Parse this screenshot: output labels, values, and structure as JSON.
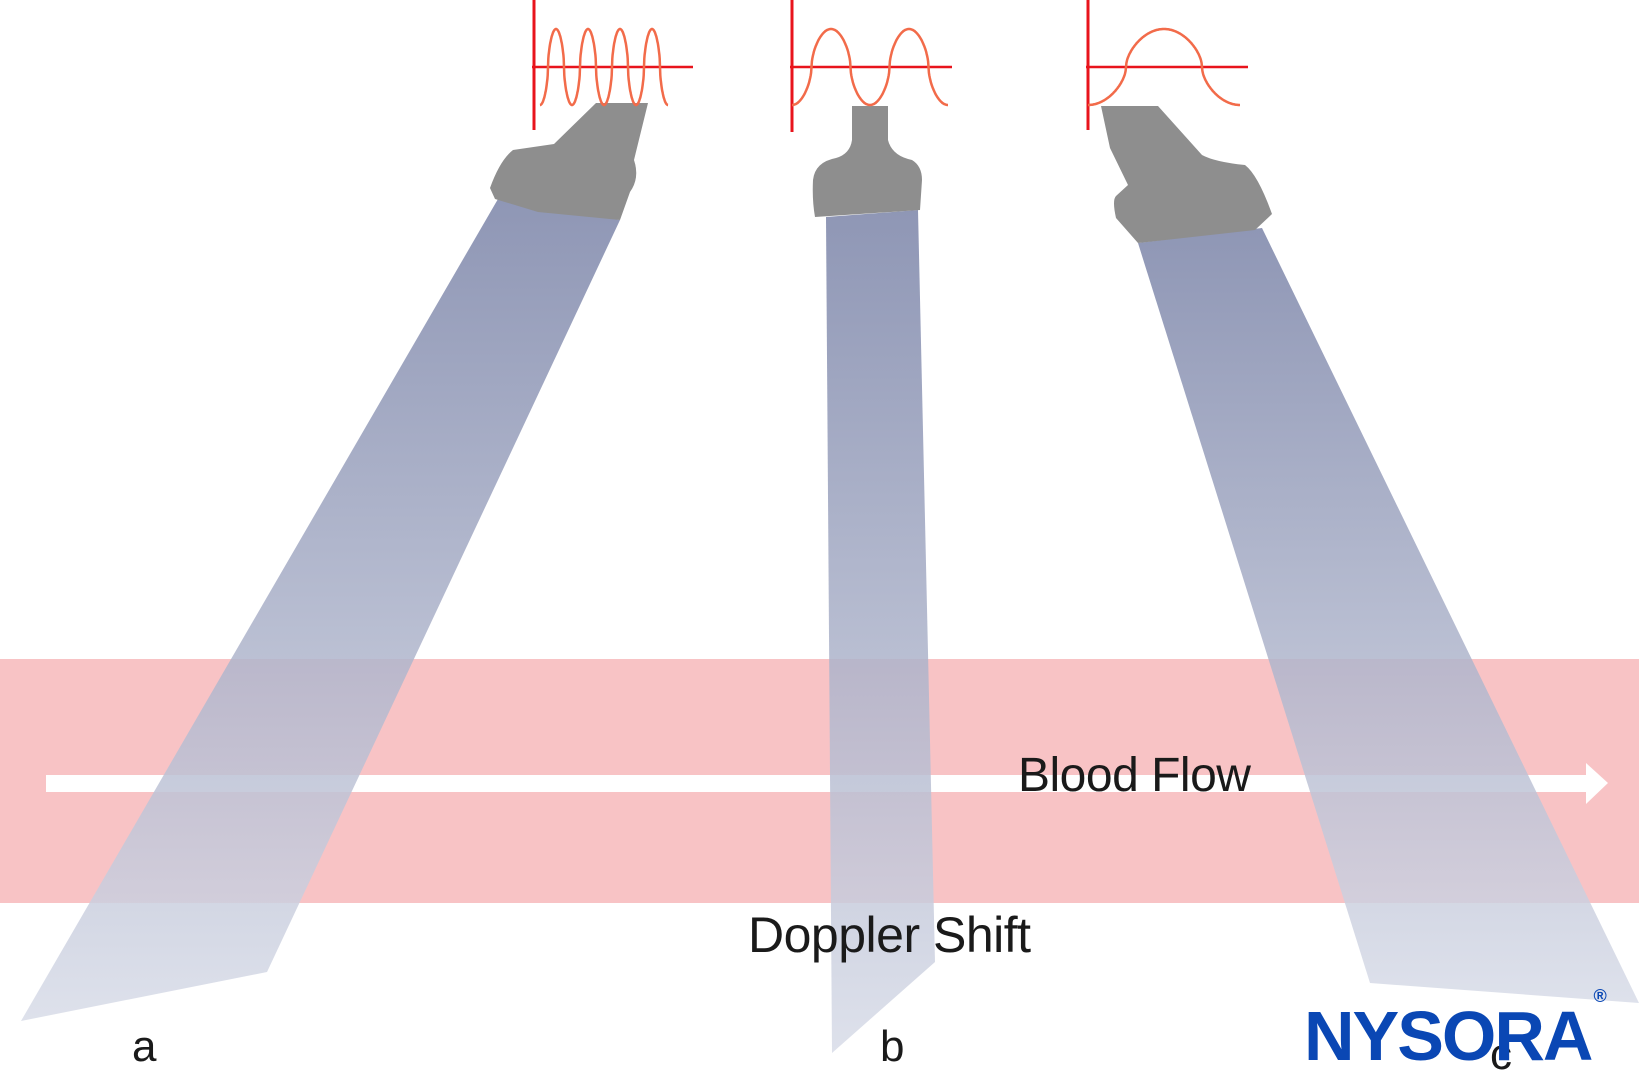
{
  "figure": {
    "description": "Doppler shift vs. insonation angle of ultrasound probe relative to blood flow",
    "labels": {
      "blood_flow": "Blood Flow",
      "doppler_shift": "Doppler Shift"
    },
    "cases": [
      {
        "id": "a",
        "label": "a",
        "waveform": "high-frequency",
        "cycles": 4
      },
      {
        "id": "b",
        "label": "b",
        "waveform": "medium-frequency",
        "cycles": 2
      },
      {
        "id": "c",
        "label": "c",
        "waveform": "low-frequency",
        "cycles": 1
      }
    ],
    "colors": {
      "vessel": "#f8c3c5",
      "beam_top": "#7b84a8",
      "beam_bottom": "#d6dae7",
      "probe": "#8e8e8e",
      "waveform": "#f26b4a",
      "axis": "#e8141c",
      "arrow": "#ffffff"
    }
  },
  "logo": {
    "text": "NYSORA",
    "mark": "®",
    "color": "#0a47b4"
  }
}
